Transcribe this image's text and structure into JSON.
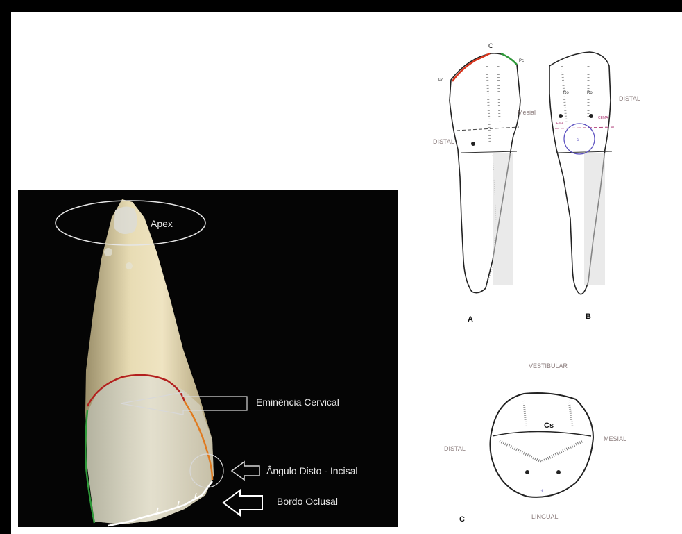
{
  "photo_labels": {
    "apex": "Apex",
    "cervical_eminence": "Eminência Cervical",
    "disto_incisal_angle": "Ângulo Disto - Incisal",
    "occlusal_border": "Bordo Oclusal"
  },
  "diagram_a": {
    "letter": "A",
    "top_point": "C",
    "left_point": "Pc",
    "right_point": "Pc",
    "mesial": "Mesial",
    "distal": "DISTAL"
  },
  "diagram_b": {
    "letter": "B",
    "distal": "DISTAL",
    "mark_left": "Ro",
    "mark_right": "Ro",
    "pink_left": "CEMA",
    "pink_right": "CEMA",
    "circle_label": "ci"
  },
  "diagram_c": {
    "letter": "C",
    "vestibular": "VESTIBULAR",
    "lingual": "LINGUAL",
    "distal": "DISTAL",
    "mesial": "MESIAL",
    "cs": "Cs",
    "ci": "ci"
  },
  "colors": {
    "frame": "#000000",
    "photo_bg": "#050505",
    "red_line": "#b3201e",
    "orange_line": "#e07a1f",
    "green_line": "#2f9a3a",
    "label_gray": "#8a7b7b",
    "circle_blue": "#5a4fc0",
    "pink_dash": "#b0407a"
  }
}
